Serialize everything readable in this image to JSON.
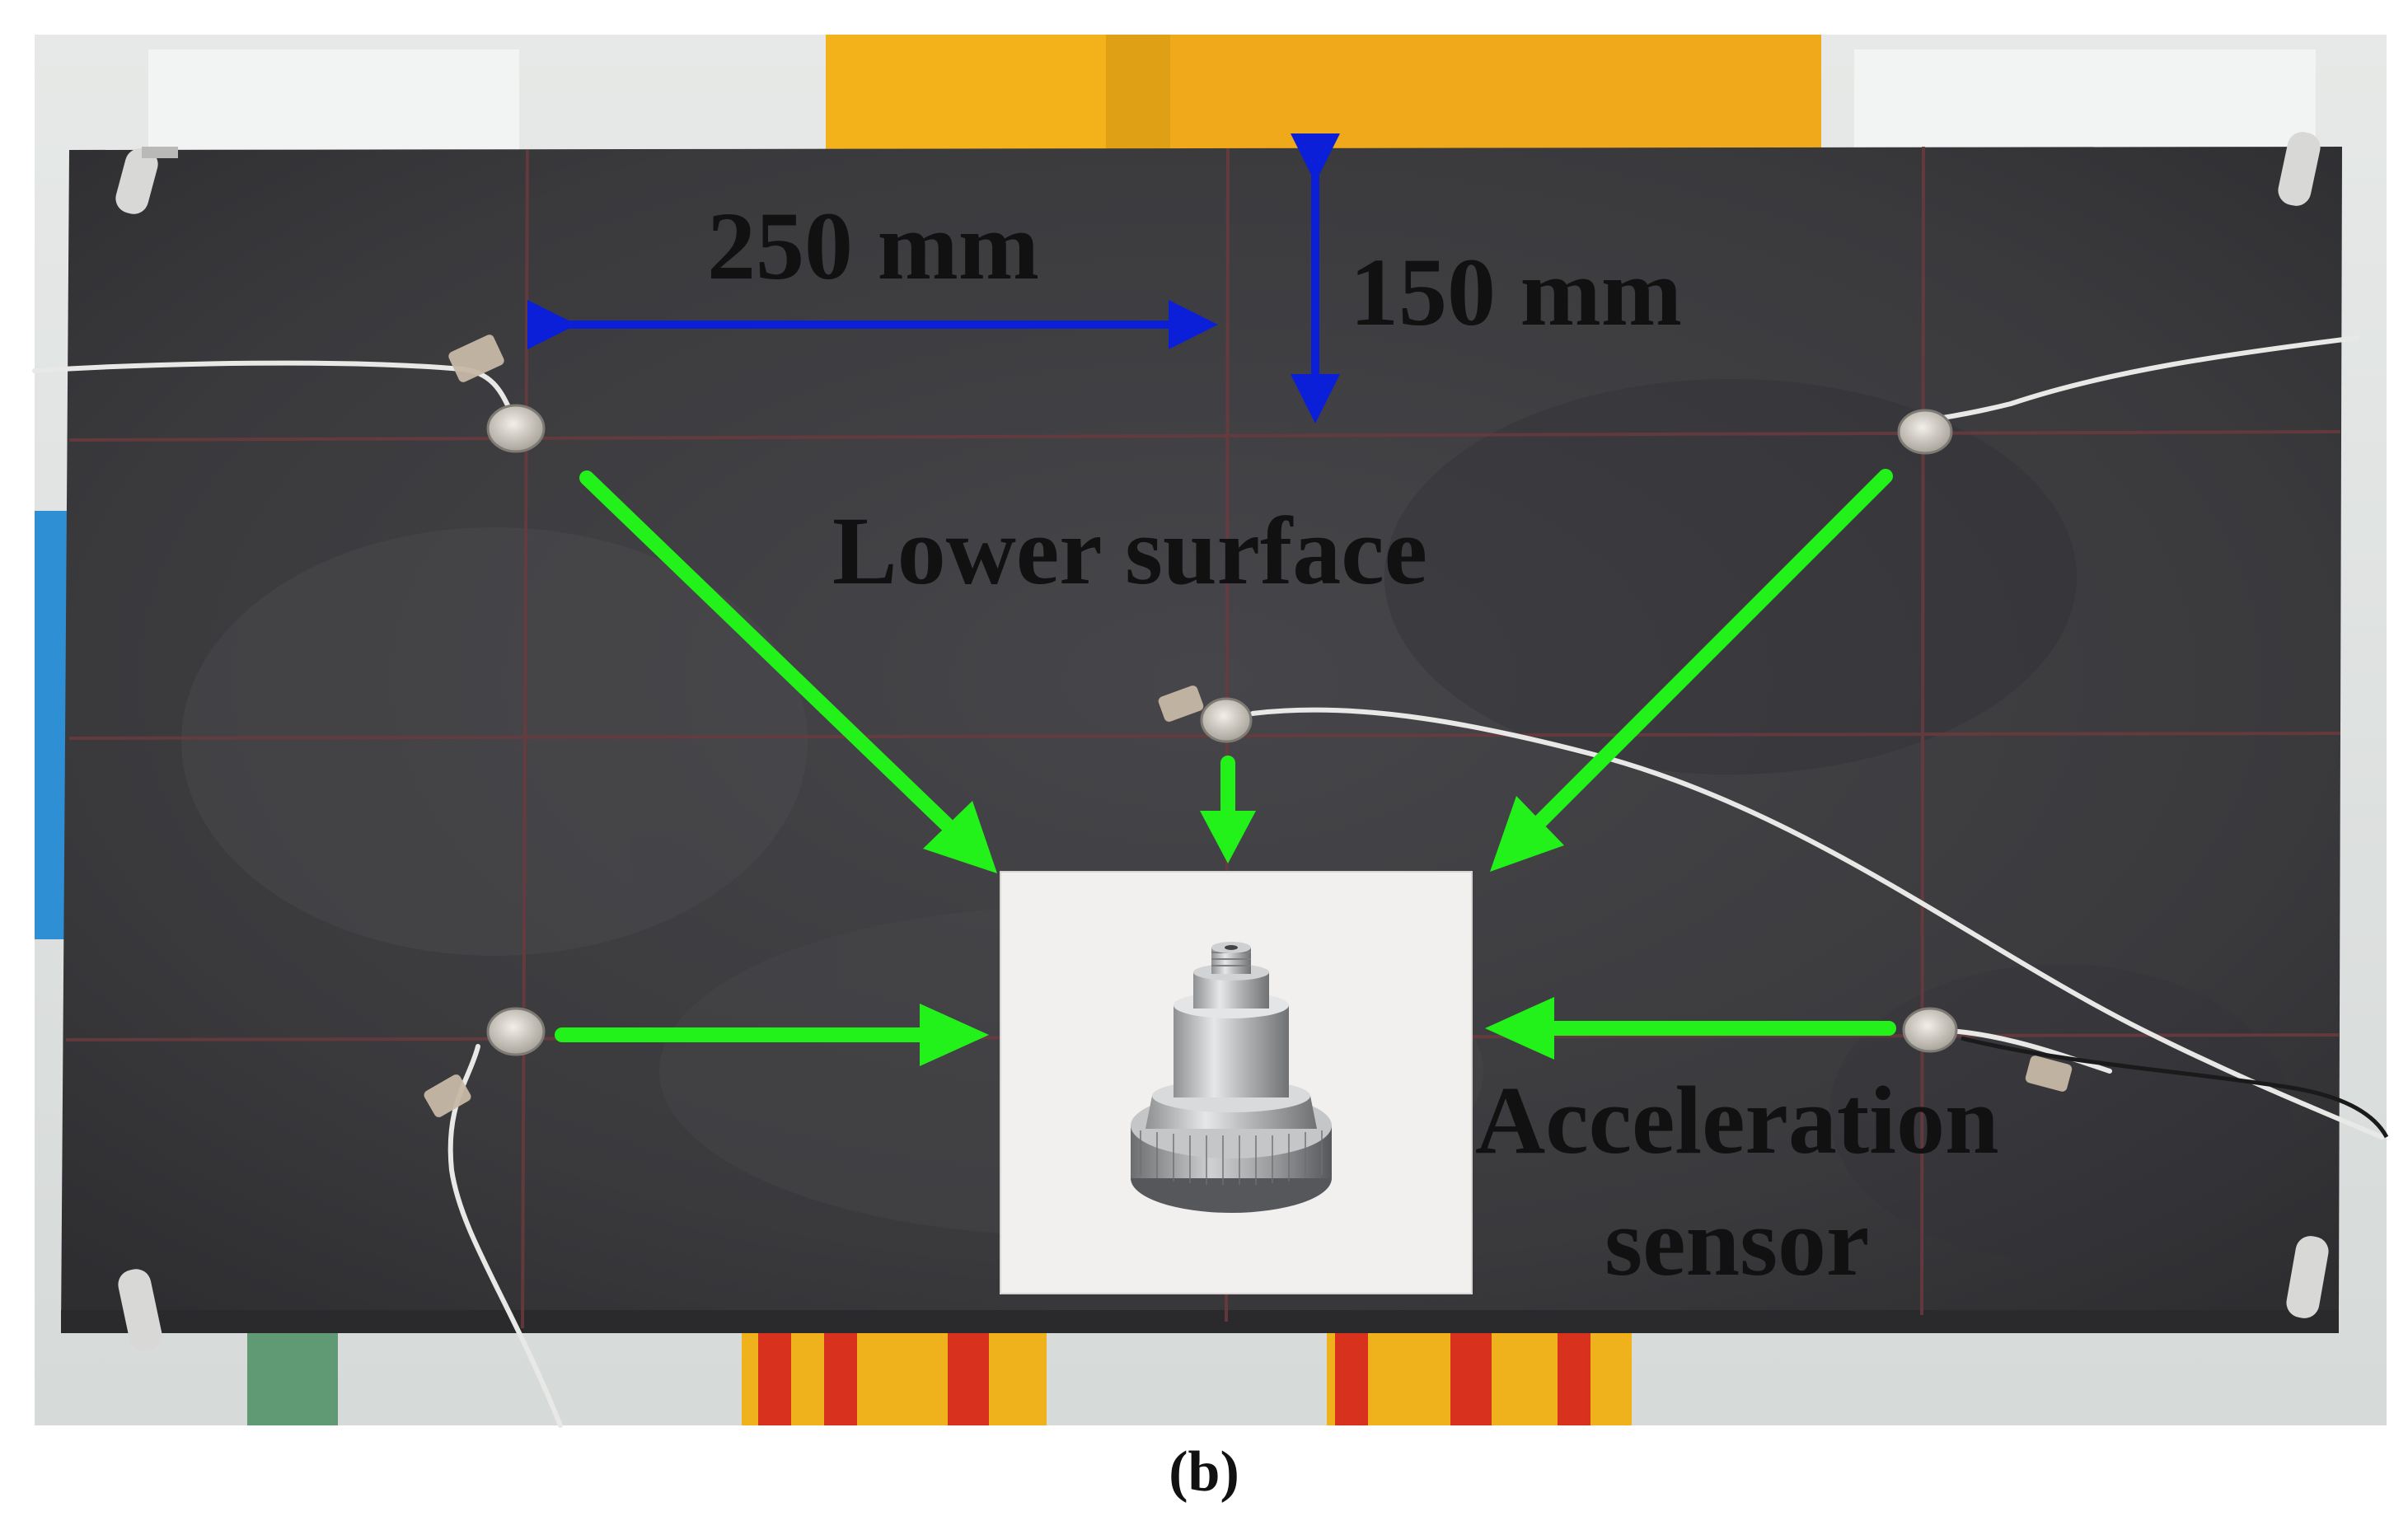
{
  "figure": {
    "caption": "(b)",
    "dimension_horizontal": "250 mm",
    "dimension_vertical": "150 mm",
    "surface_label": "Lower surface",
    "sensor_label_line1": "Acceleration",
    "sensor_label_line2": "sensor"
  },
  "colors": {
    "plate": "#3c3c3e",
    "grid_lines": "#6a3a3e",
    "dimension_arrows": "#0b1fd8",
    "pointer_arrows": "#22f21a",
    "frame_yellow": "#f3b21a",
    "stripe_red": "#d8321e",
    "background_wall": "#e8ebe9"
  },
  "sensors_count": 5
}
